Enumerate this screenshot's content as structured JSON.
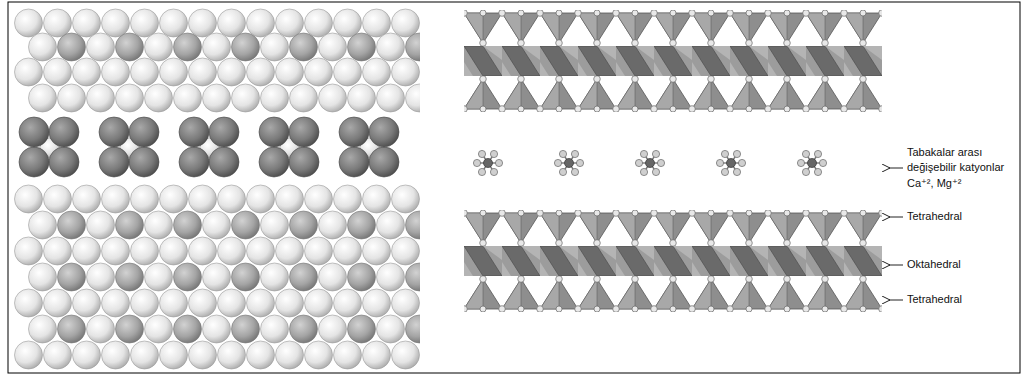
{
  "diagram": {
    "labels": [
      "Tabakalar arası değişebilir katyonlar Ca⁺², Mg⁺²",
      "Tetrahedral",
      "Oktahedral",
      "Tetrahedral"
    ]
  }
}
